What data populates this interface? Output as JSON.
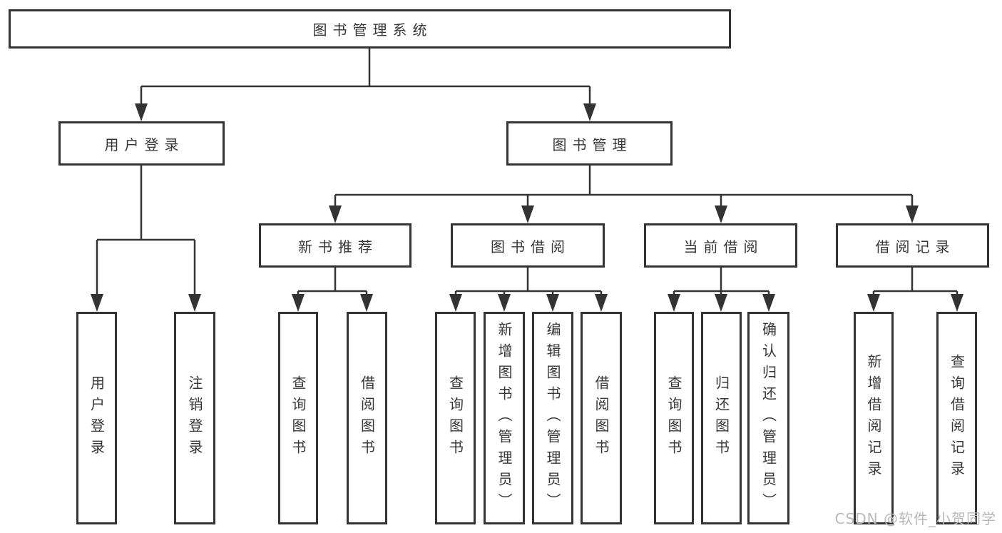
{
  "colors": {
    "line": "#333333",
    "box_border": "#333333",
    "text": "#373737",
    "watermark": "#b9b9b9",
    "background": "#ffffff"
  },
  "watermark": {
    "text": "CSDN @软件_小贺同学"
  },
  "tree": {
    "root": {
      "label": "图书管理系统"
    },
    "branches": [
      {
        "label": "用户登录",
        "leaves": [
          {
            "label": "用户登录"
          },
          {
            "label": "注销登录"
          }
        ]
      },
      {
        "label": "图书管理",
        "groups": [
          {
            "label": "新书推荐",
            "leaves": [
              {
                "label": "查询图书"
              },
              {
                "label": "借阅图书"
              }
            ]
          },
          {
            "label": "图书借阅",
            "leaves": [
              {
                "label": "查询图书"
              },
              {
                "label": "新增图书（管理员）"
              },
              {
                "label": "编辑图书（管理员）"
              },
              {
                "label": "借阅图书"
              }
            ]
          },
          {
            "label": "当前借阅",
            "leaves": [
              {
                "label": "查询图书"
              },
              {
                "label": "归还图书"
              },
              {
                "label": "确认归还（管理员）"
              }
            ]
          },
          {
            "label": "借阅记录",
            "leaves": [
              {
                "label": "新增借阅记录"
              },
              {
                "label": "查询借阅记录"
              }
            ]
          }
        ]
      }
    ]
  }
}
